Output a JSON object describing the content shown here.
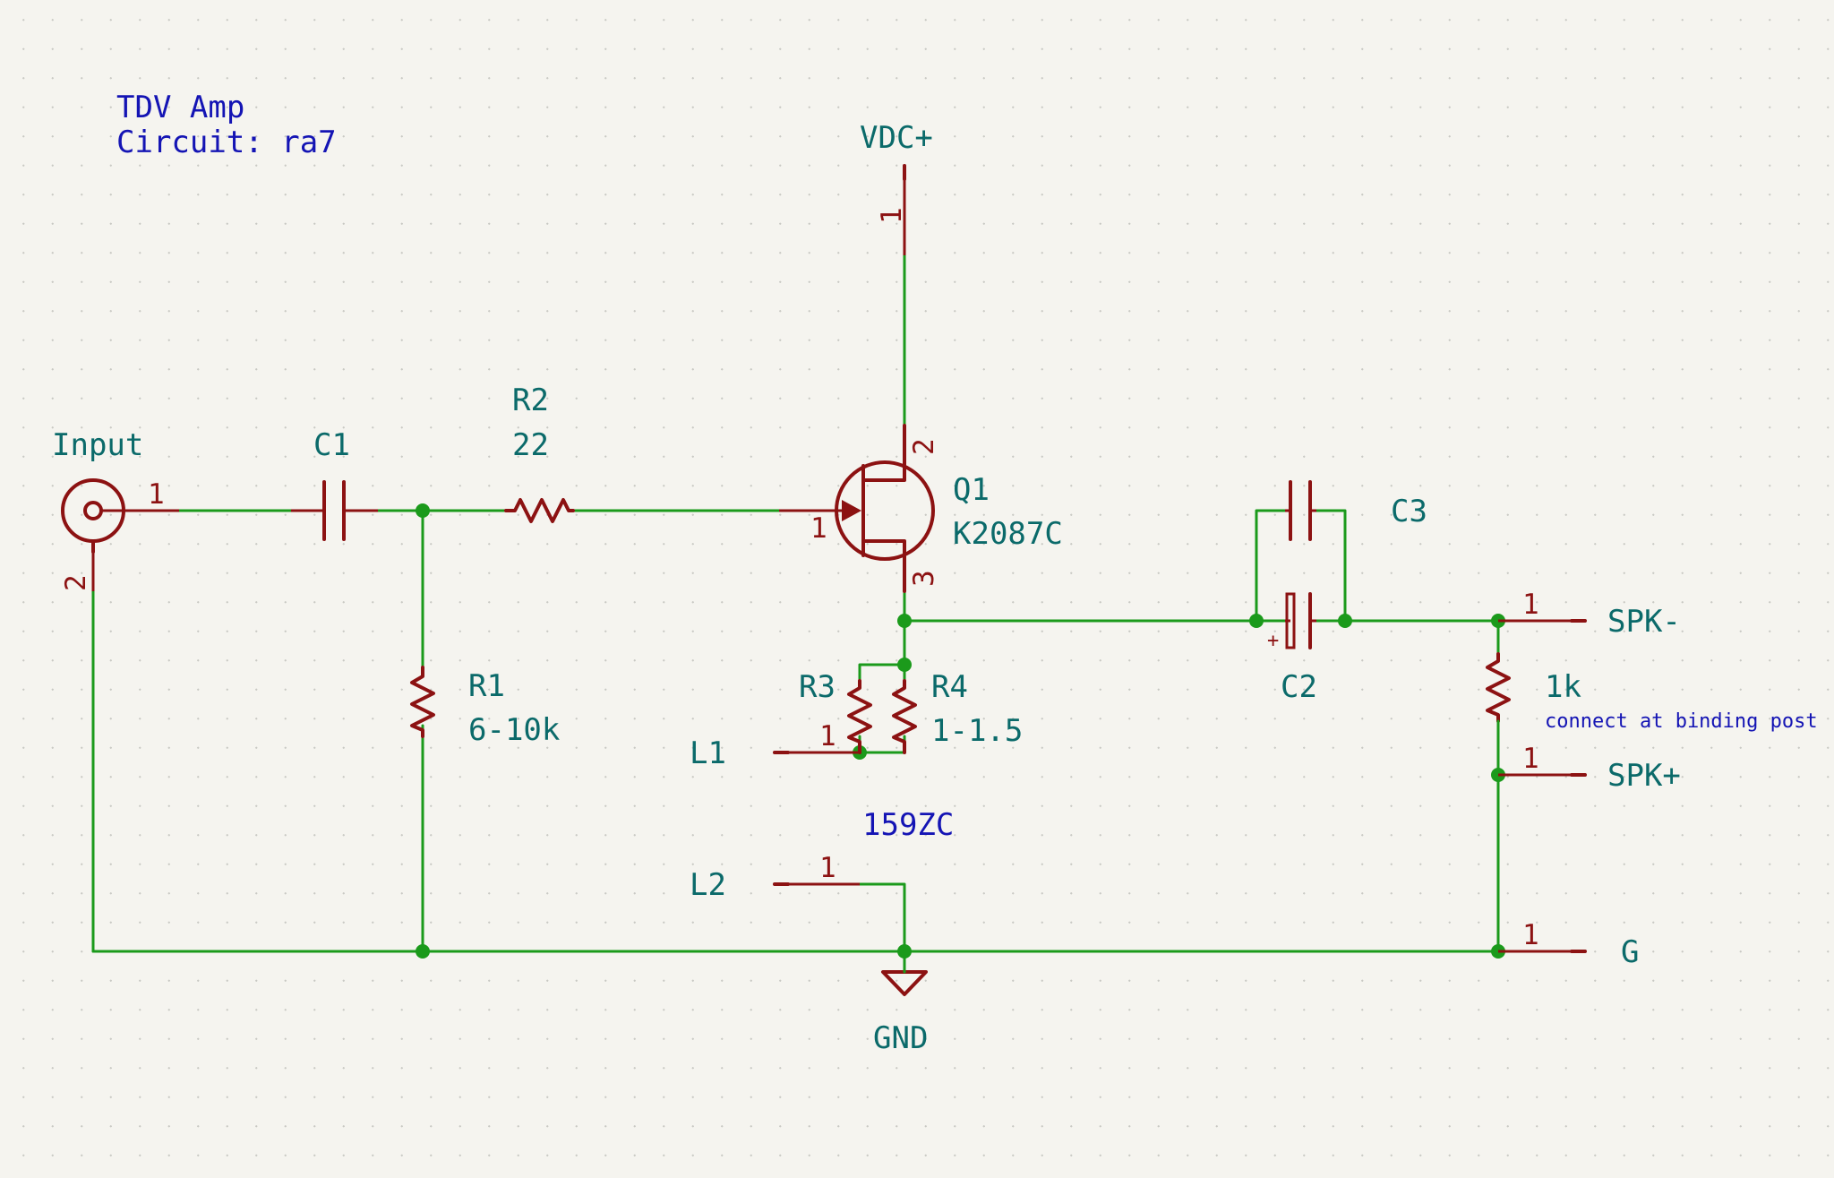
{
  "title": {
    "line1": "TDV Amp",
    "line2": "Circuit: ra7"
  },
  "components": {
    "input": {
      "ref": "Input",
      "pin1": "1",
      "pin2": "2"
    },
    "c1": {
      "ref": "C1"
    },
    "r2": {
      "ref": "R2",
      "value": "22"
    },
    "r1": {
      "ref": "R1",
      "value": "6-10k"
    },
    "q1": {
      "ref": "Q1",
      "value": "K2087C",
      "pin_gate": "1",
      "pin_drain": "2",
      "pin_source": "3"
    },
    "vdc": {
      "label": "VDC+",
      "pin": "1"
    },
    "r3": {
      "ref": "R3"
    },
    "r4": {
      "ref": "R4",
      "value": "1-1.5"
    },
    "l1": {
      "ref": "L1",
      "pin": "1"
    },
    "l2": {
      "ref": "L2",
      "pin": "1"
    },
    "inductor_note": "159ZC",
    "gnd": {
      "label": "GND"
    },
    "c2": {
      "ref": "C2",
      "polarity": "+"
    },
    "c3": {
      "ref": "C3"
    },
    "rload": {
      "value": "1k",
      "note": "connect at binding post"
    },
    "spk_minus": {
      "label": "SPK-",
      "pin": "1"
    },
    "spk_plus": {
      "label": "SPK+",
      "pin": "1"
    },
    "g": {
      "label": "G",
      "pin": "1"
    }
  },
  "colors": {
    "wire": "#1b9a1b",
    "symbol": "#8c1212",
    "reference_text": "#0b6a6a",
    "note_text": "#1414b4",
    "background": "#f5f4ef"
  }
}
